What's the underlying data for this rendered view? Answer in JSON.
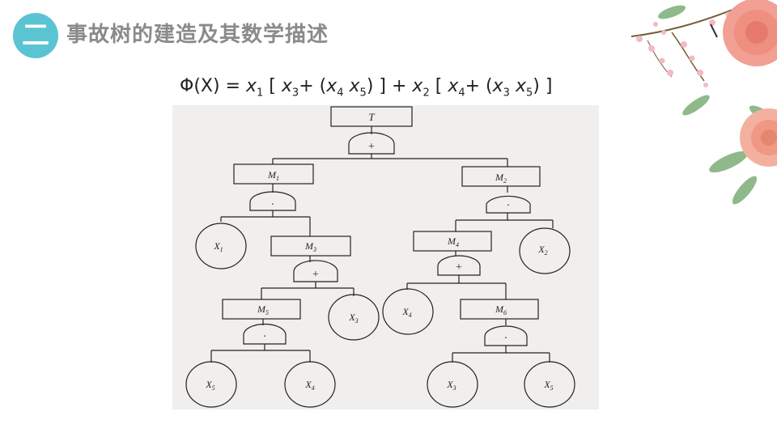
{
  "section": {
    "number": "二",
    "title": "事故树的建造及其数学描述"
  },
  "formula": {
    "lhs": "Φ(X)",
    "x1": "x",
    "x1_sub": "1",
    "x3a": "x",
    "x3a_sub": "3",
    "x4a": "x",
    "x4a_sub": "4",
    "x5a": "x",
    "x5a_sub": "5",
    "x2": "x",
    "x2_sub": "2",
    "x4b": "x",
    "x4b_sub": "4",
    "x3b": "x",
    "x3b_sub": "3",
    "x5b": "x",
    "x5b_sub": "5"
  },
  "tree": {
    "top": "T",
    "gate_top": "+",
    "m1": "M1",
    "m1_sub": "1",
    "m2": "M2",
    "m2_sub": "2",
    "gate_m1": "·",
    "gate_m2": "·",
    "x1_leaf": "X",
    "x1_leaf_sub": "1",
    "m3": "M",
    "m3_sub": "3",
    "m4": "M",
    "m4_sub": "4",
    "x2_leaf": "X",
    "x2_leaf_sub": "2",
    "gate_m3": "+",
    "gate_m4": "+",
    "m5": "M",
    "m5_sub": "5",
    "x3_leaf_a": "X",
    "x3_leaf_a_sub": "3",
    "x4_leaf_a": "X",
    "x4_leaf_a_sub": "4",
    "m6": "M",
    "m6_sub": "6",
    "gate_m5": "·",
    "gate_m6": "·",
    "x5_leaf_a": "X",
    "x5_leaf_a_sub": "5",
    "x4_leaf_b": "X",
    "x4_leaf_b_sub": "4",
    "x3_leaf_b": "X",
    "x3_leaf_b_sub": "3",
    "x5_leaf_b": "X",
    "x5_leaf_b_sub": "5"
  },
  "colors": {
    "accent": "#5bc4d2",
    "title": "#8a8a8a"
  }
}
